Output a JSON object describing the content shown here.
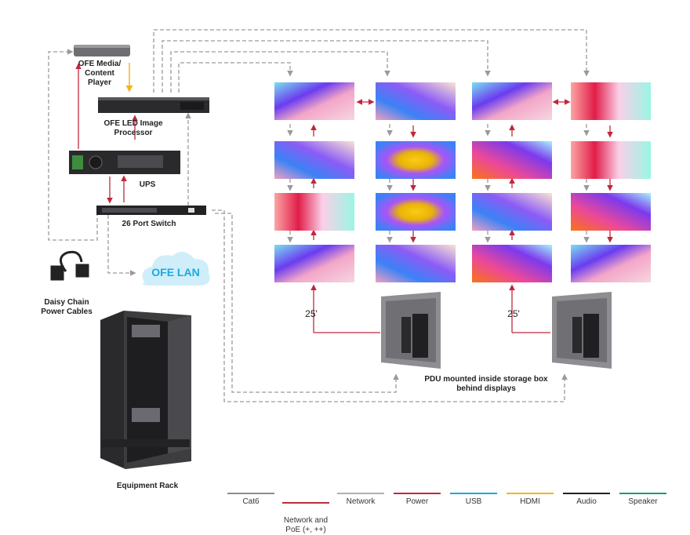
{
  "devices": {
    "media_player": "OFE Media/\nContent\nPlayer",
    "image_processor": "OFE LED Image\nProcessor",
    "ups": "UPS",
    "switch": "26 Port Switch",
    "lan": "OFE LAN",
    "daisy_chain": "Daisy Chain\nPower Cables",
    "rack": "Equipment Rack",
    "pdu_caption": "PDU mounted inside storage box\nbehind displays"
  },
  "distances": [
    "25'",
    "25'"
  ],
  "legend": [
    {
      "label": "Cat6",
      "color": "#8c8c8c"
    },
    {
      "label": "Network and\nPoE (+, ++)",
      "color": "#b5303d"
    },
    {
      "label": "Network",
      "color": "#b0b0b0"
    },
    {
      "label": "Power",
      "color": "#c0283c"
    },
    {
      "label": "USB",
      "color": "#1aa9e0"
    },
    {
      "label": "HDMI",
      "color": "#f2b51b"
    },
    {
      "label": "Audio",
      "color": "#222222"
    },
    {
      "label": "Speaker",
      "color": "#1d9a6c"
    }
  ],
  "colors": {
    "network_dashed": "#9a9a9a",
    "power_red": "#c0283c",
    "hdmi_yellow": "#f2b51b",
    "lan_cloud": "#cfeefa",
    "lan_text": "#1aa9e0"
  }
}
